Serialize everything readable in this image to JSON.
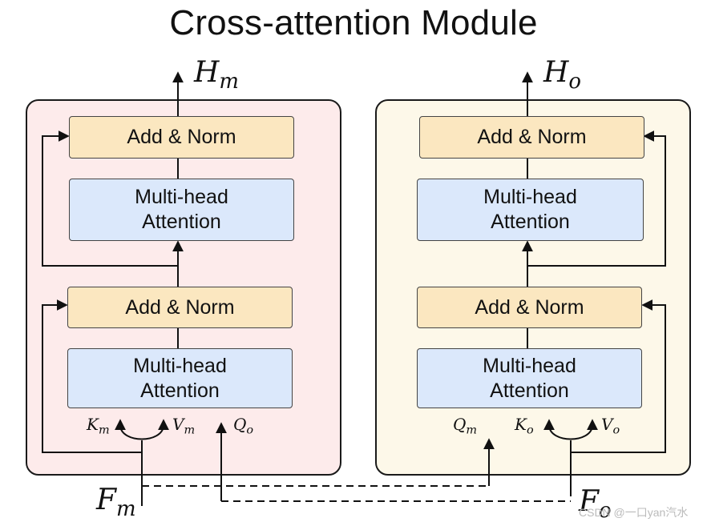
{
  "title": "Cross-attention Module",
  "blocks": {
    "add_norm": "Add & Norm",
    "attn_line1": "Multi-head",
    "attn_line2": "Attention"
  },
  "outputs": {
    "left": {
      "sym": "H",
      "sub": "m"
    },
    "right": {
      "sym": "H",
      "sub": "o"
    }
  },
  "inputs": {
    "left": {
      "sym": "F",
      "sub": "m"
    },
    "right": {
      "sym": "F",
      "sub": "o"
    }
  },
  "qkv": {
    "left": [
      {
        "sym": "K",
        "sub": "m"
      },
      {
        "sym": "V",
        "sub": "m"
      },
      {
        "sym": "Q",
        "sub": "o"
      }
    ],
    "right": [
      {
        "sym": "Q",
        "sub": "m"
      },
      {
        "sym": "K",
        "sub": "o"
      },
      {
        "sym": "V",
        "sub": "o"
      }
    ]
  },
  "credit": "CSDN @一口yan汽水"
}
